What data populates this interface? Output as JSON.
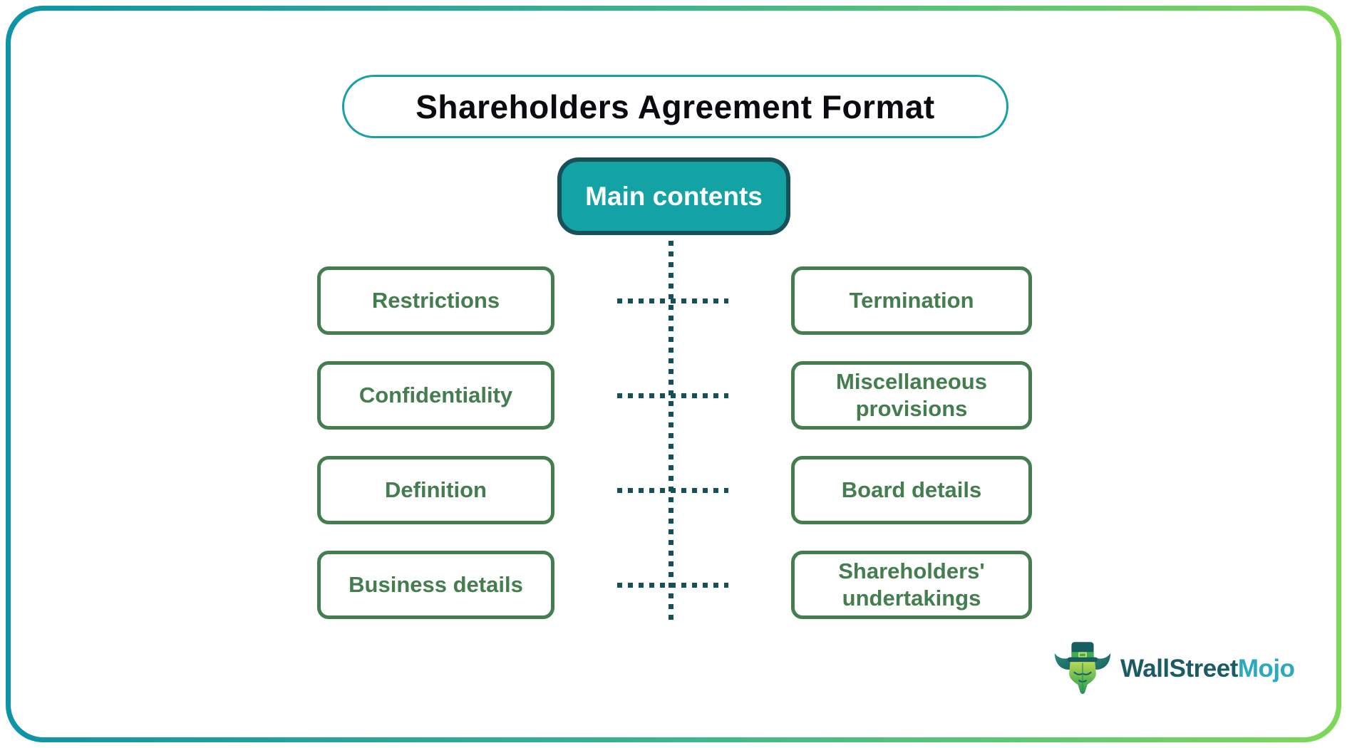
{
  "title": "Shareholders Agreement Format",
  "root_label": "Main contents",
  "left_items": [
    "Restrictions",
    "Confidentiality",
    "Definition",
    "Business details"
  ],
  "right_items": [
    "Termination",
    "Miscellaneous provisions",
    "Board details",
    "Shareholders' undertakings"
  ],
  "logo": {
    "primary": "WallStreet",
    "accent": "Mojo"
  },
  "colors": {
    "frame_gradient_left": "#0e93a8",
    "frame_gradient_right": "#7ed957",
    "title_border": "#199fa9",
    "node_fill": "#13a3a4",
    "node_border": "#175059",
    "item_green": "#447d4e",
    "dotted_line": "#154f5a",
    "logo_primary": "#1a5b66",
    "logo_accent": "#2aa9bf",
    "title_text": "#0b0b0f"
  }
}
